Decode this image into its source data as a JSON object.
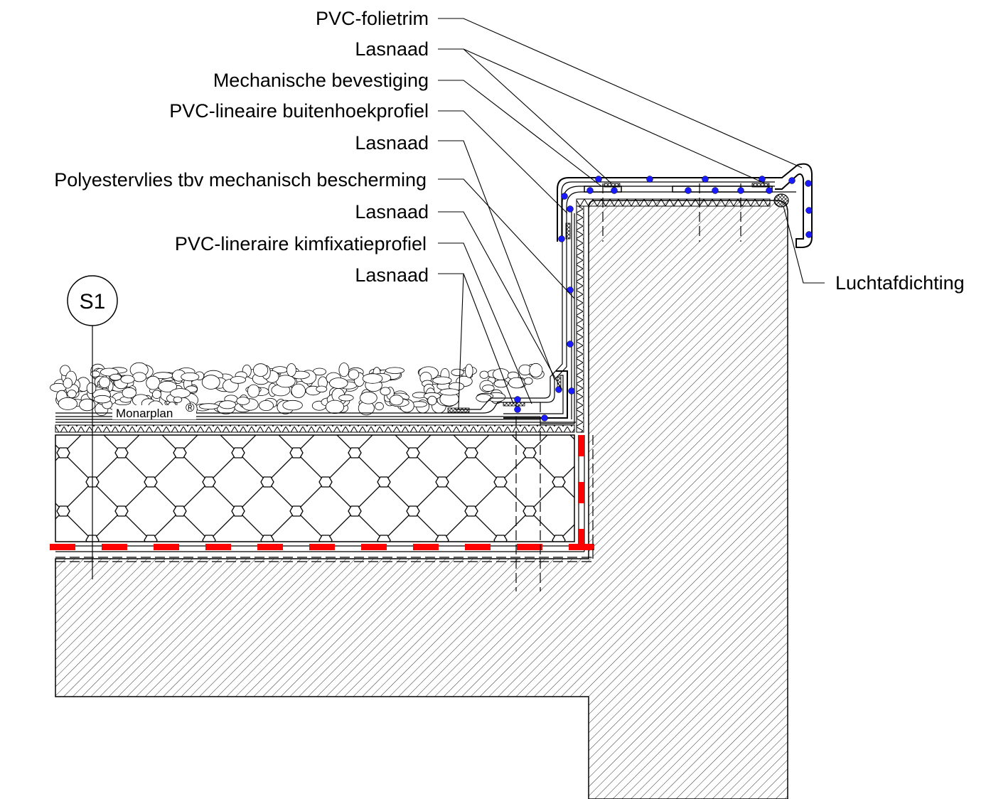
{
  "labels": {
    "pvc_folietrim": "PVC-folietrim",
    "lasnaad_1": "Lasnaad",
    "mechanische_bevestiging": "Mechanische bevestiging",
    "pvc_buitenhoekprofiel": "PVC-lineaire buitenhoekprofiel",
    "lasnaad_2": "Lasnaad",
    "polyestervlies": "Polyestervlies tbv mechanisch bescherming",
    "lasnaad_3": "Lasnaad",
    "pvc_kimfixatieprofiel": "PVC-lineraire kimfixatieprofiel",
    "lasnaad_4": "Lasnaad",
    "luchtafdichting": "Luchtafdichting",
    "monarplan": "Monarplan",
    "registered": "®",
    "section_marker": "S1"
  },
  "colors": {
    "line": "#000000",
    "fastener_dot": "#1a1aff",
    "vapor_barrier": "#ff0000",
    "background": "#ffffff"
  }
}
